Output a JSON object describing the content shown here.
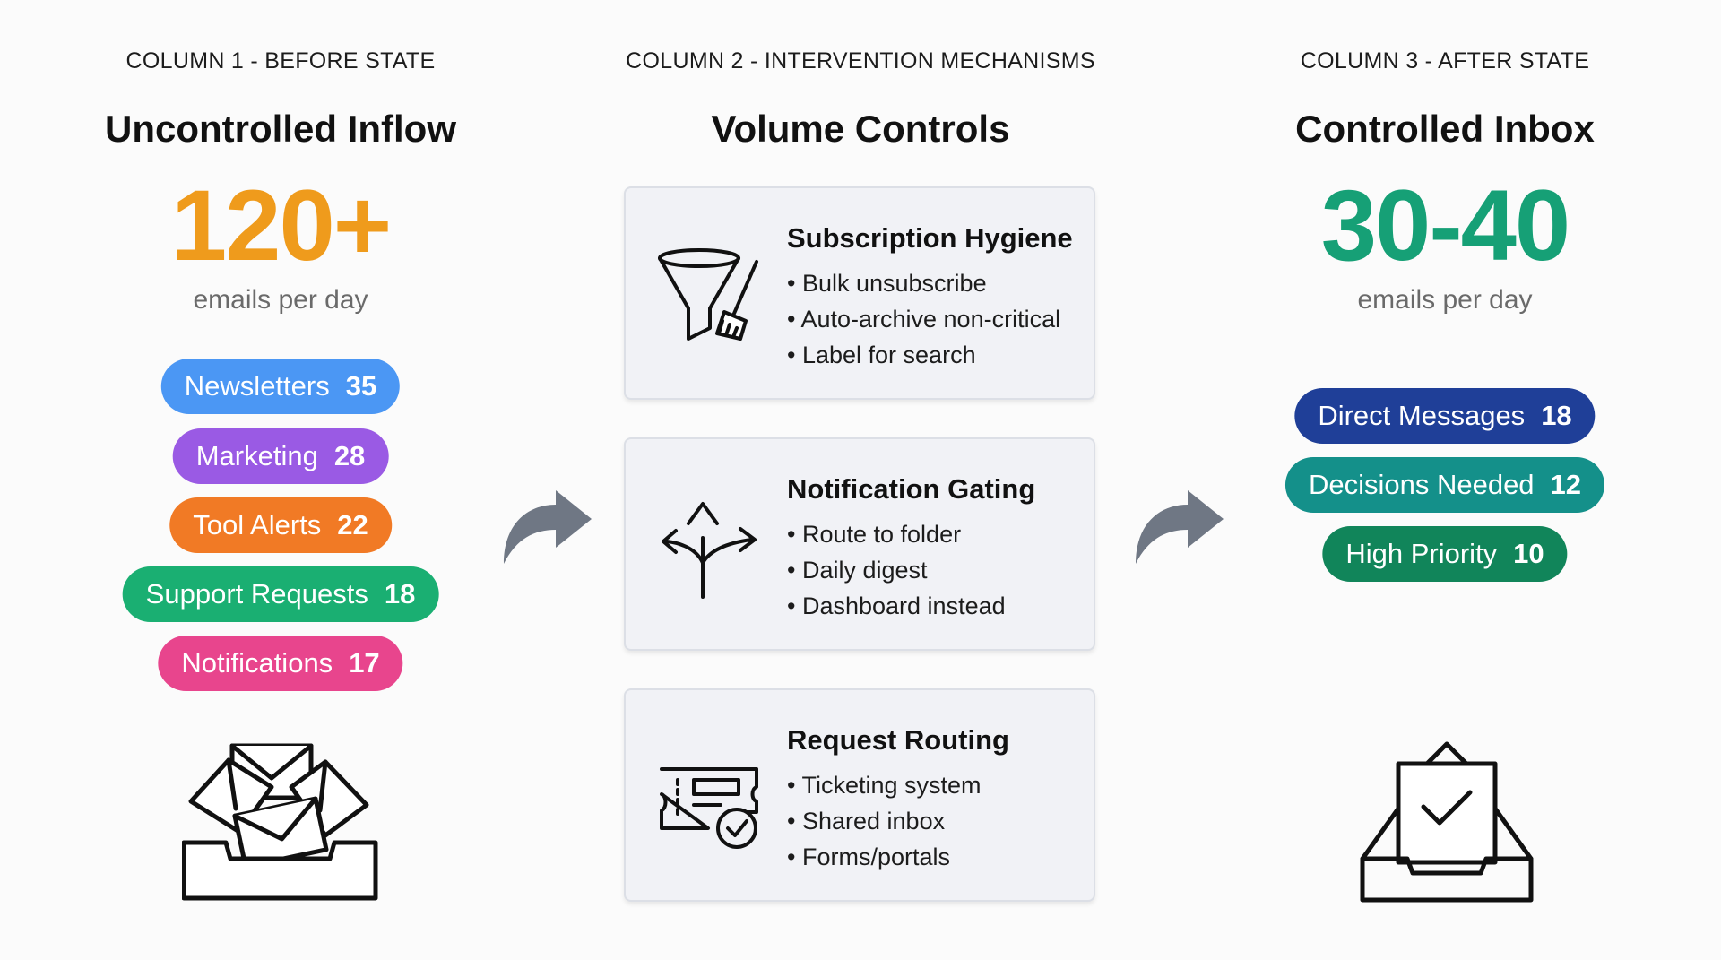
{
  "left": {
    "label": "COLUMN 1 - BEFORE STATE",
    "heading": "Uncontrolled Inflow",
    "big_number": "120+",
    "big_sub": "emails per day",
    "pills": [
      {
        "label": "Newsletters",
        "count": "35",
        "color": "#4b97f4"
      },
      {
        "label": "Marketing",
        "count": "28",
        "color": "#9a5ae4"
      },
      {
        "label": "Tool Alerts",
        "count": "22",
        "color": "#f17a25"
      },
      {
        "label": "Support Requests",
        "count": "18",
        "color": "#1aaf72"
      },
      {
        "label": "Notifications",
        "count": "17",
        "color": "#e8458d"
      }
    ],
    "icon": "overflowing-inbox-icon"
  },
  "middle": {
    "label": "COLUMN 2 - INTERVENTION MECHANISMS",
    "heading": "Volume Controls",
    "cards": [
      {
        "title": "Subscription Hygiene",
        "icon": "funnel-broom-icon",
        "bullets": [
          "Bulk unsubscribe",
          "Auto-archive non-critical",
          "Label for search"
        ]
      },
      {
        "title": "Notification Gating",
        "icon": "split-arrows-icon",
        "bullets": [
          "Route to folder",
          "Daily digest",
          "Dashboard instead"
        ]
      },
      {
        "title": "Request Routing",
        "icon": "ticket-check-icon",
        "bullets": [
          "Ticketing system",
          "Shared inbox",
          "Forms/portals"
        ]
      }
    ]
  },
  "right": {
    "label": "COLUMN 3 - AFTER STATE",
    "heading": "Controlled Inbox",
    "big_number": "30-40",
    "big_sub": "emails per day",
    "pills": [
      {
        "label": "Direct Messages",
        "count": "18",
        "color": "#1f3f98"
      },
      {
        "label": "Decisions Needed",
        "count": "12",
        "color": "#14908a"
      },
      {
        "label": "High Priority",
        "count": "10",
        "color": "#11855a"
      }
    ],
    "icon": "checked-inbox-icon"
  },
  "colors": {
    "arrow": "#6f7784",
    "orange": "#ef9b1c",
    "green": "#16a076"
  }
}
